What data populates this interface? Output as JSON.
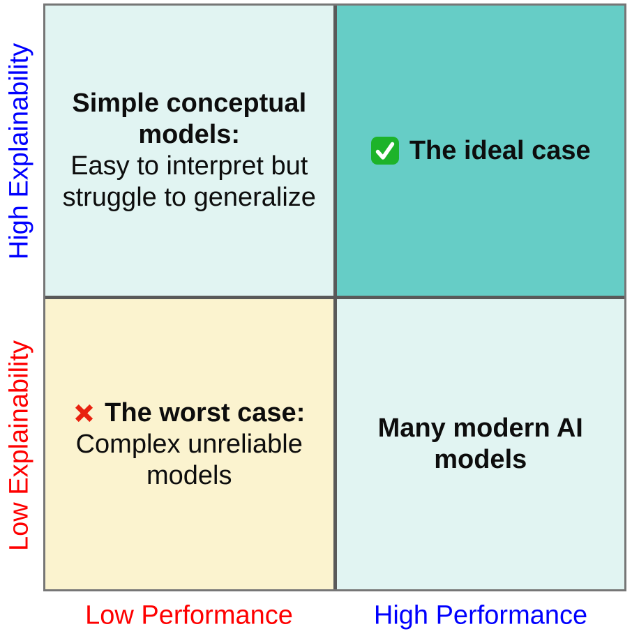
{
  "axes": {
    "y_top_label": "High Explainability",
    "y_bottom_label": "Low Explainability",
    "x_left_label": "Low Performance",
    "x_right_label": "High Performance"
  },
  "quadrants": {
    "top_left": {
      "title": "Simple conceptual models:",
      "body": "Easy to interpret but struggle to generalize"
    },
    "top_right": {
      "icon": "check-mark-button",
      "title": "The ideal case"
    },
    "bottom_left": {
      "icon": "cross-mark",
      "title": "The worst case:",
      "body": "Complex unreliable models"
    },
    "bottom_right": {
      "title": "Many modern AI models"
    }
  },
  "colors": {
    "y_top_label": "#0000fe",
    "y_bottom_label": "#fe0000",
    "x_left_label": "#fe0000",
    "x_right_label": "#0000fe",
    "quad_top_left_bg": "#e1f4f2",
    "quad_top_right_bg": "#66cdc6",
    "quad_bottom_left_bg": "#fbf3cf",
    "quad_bottom_right_bg": "#e1f4f2",
    "grid_line": "#595959",
    "check_green": "#1db32a",
    "check_stroke": "#ffffff",
    "cross_red": "#e8210f",
    "text": "#0d0d0d"
  }
}
